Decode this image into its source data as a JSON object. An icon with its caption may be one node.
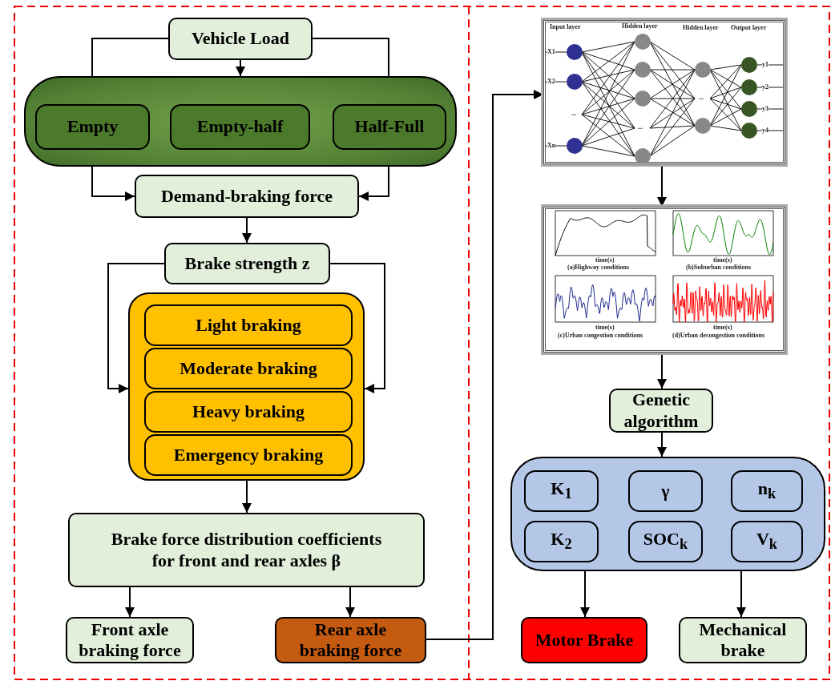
{
  "diagram": {
    "nodes": [
      {
        "text": [
          "Vehicle Load"
        ]
      },
      {
        "text": [],
        "shape": "box"
      },
      {
        "text": [
          "Empty"
        ],
        "in": 1
      },
      {
        "text": [
          "Empty-half"
        ],
        "in": 1
      },
      {
        "text": [
          "Half-Full"
        ],
        "in": 1
      },
      {
        "text": [
          "Demand-braking force"
        ]
      },
      {
        "text": [
          "Brake strength z"
        ]
      },
      {
        "text": [],
        "shape": "box"
      },
      {
        "text": [
          "Light braking"
        ],
        "in": 7
      },
      {
        "text": [
          "Moderate braking"
        ],
        "in": 7
      },
      {
        "text": [
          "Heavy braking"
        ],
        "in": 7
      },
      {
        "text": [
          "Emergency braking"
        ],
        "in": 7
      },
      {
        "text": [
          "Brake force distribution coefficients for front and rear axles β"
        ]
      },
      {
        "text": [
          "Front axle braking force"
        ]
      },
      {
        "text": [
          "Rear axle braking force"
        ]
      },
      {
        "text": [],
        "shape": "picture"
      },
      {
        "text": [],
        "shape": "picture"
      },
      {
        "text": [
          "Genetic algorithm"
        ]
      },
      {
        "text": [],
        "shape": "box"
      },
      {
        "text": [
          "K$_{1}$"
        ],
        "in": 18
      },
      {
        "text": [
          "γ"
        ],
        "in": 18
      },
      {
        "text": [
          "n$_{k}$"
        ],
        "in": 18
      },
      {
        "text": [
          "K$_{2}$"
        ],
        "in": 18
      },
      {
        "text": [
          "SOC$_{k}$"
        ],
        "in": 18
      },
      {
        "text": [
          "V$_{k}$"
        ],
        "in": 18
      },
      {
        "text": [
          "Motor Brake"
        ]
      },
      {
        "text": [
          "Mechanical brake"
        ]
      }
    ],
    "edges": [
      {
        "from": 0,
        "to": 1,
        "arrow": "to"
      },
      {
        "from": 0,
        "to": 1,
        "arrow": "none"
      },
      {
        "from": 0,
        "to": 1,
        "arrow": "none"
      },
      {
        "from": 1,
        "to": 5,
        "arrow": "to"
      },
      {
        "from": 1,
        "to": 5,
        "arrow": "to"
      },
      {
        "from": 5,
        "to": 6,
        "arrow": "to"
      },
      {
        "from": 6,
        "to": 7,
        "arrow": "to"
      },
      {
        "from": 6,
        "to": 7,
        "arrow": "to"
      },
      {
        "from": 7,
        "to": 12,
        "arrow": "to"
      },
      {
        "from": 12,
        "to": 13,
        "arrow": "to"
      },
      {
        "from": 12,
        "to": 14,
        "arrow": "to"
      },
      {
        "from": 14,
        "to": 15,
        "arrow": "to"
      },
      {
        "from": 15,
        "to": 16,
        "arrow": "to"
      },
      {
        "from": 16,
        "to": 17,
        "arrow": "to"
      },
      {
        "from": 17,
        "to": 18,
        "arrow": "to"
      },
      {
        "from": 18,
        "to": 25,
        "arrow": "to"
      },
      {
        "from": 18,
        "to": 26,
        "arrow": "to"
      }
    ],
    "labels": [
      "Input layer",
      "Hidden layer",
      "Hidden layer",
      "Output layer",
      "X1",
      "X2",
      "...",
      "Xn",
      "...",
      "...",
      "y1",
      "y2",
      "y3",
      "y4",
      "time(s)",
      "(a)Highway conditions",
      "time(s)",
      "(b)Suburban conditions",
      "time(s)",
      "(c)Urban congestion conditions",
      "time(s)",
      "(d)Urban decongestion conditions"
    ]
  }
}
